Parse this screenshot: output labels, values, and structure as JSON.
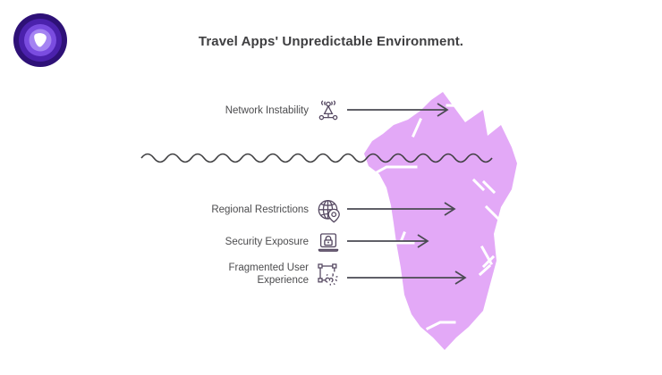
{
  "page": {
    "background": "#ffffff",
    "title": "Travel Apps' Unpredictable Environment."
  },
  "logo": {
    "name": "app-logo",
    "icon": "play-badge-icon",
    "colors": {
      "ring_outer": "#2e1177",
      "ring_mid": "#5b2fc4",
      "ring_inner": "#8457e8",
      "glyph": "#ffffff"
    }
  },
  "diagram": {
    "type": "iceberg",
    "iceberg_color": "#e3a9f7",
    "crack_color": "#ffffff",
    "waterline_color": "#3f3f41",
    "arrow_color": "#4a4a52",
    "waterline_label": "water-surface",
    "above_water_items": [
      {
        "id": "network-instability",
        "label": "Network Instability",
        "icon": "broadcast-tower-icon",
        "position": "above-water"
      }
    ],
    "below_water_items": [
      {
        "id": "regional-restrictions",
        "label": "Regional Restrictions",
        "icon": "globe-pin-icon",
        "position": "below-water"
      },
      {
        "id": "security-exposure",
        "label": "Security Exposure",
        "icon": "laptop-lock-icon",
        "position": "below-water"
      },
      {
        "id": "fragmented-user-experience",
        "label": "Fragmented User\nExperience",
        "icon": "fragmented-selection-icon",
        "position": "below-water"
      }
    ]
  }
}
